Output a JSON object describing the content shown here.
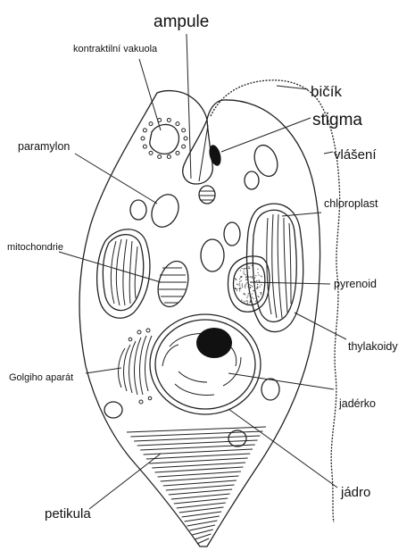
{
  "labels": {
    "ampule": "ampule",
    "kontraktilni_vakuola": "kontraktilní vakuola",
    "bicik": "bičík",
    "stigma": "stigma",
    "vlaseni": "vlášení",
    "paramylon": "paramylon",
    "chloroplast": "chloroplast",
    "mitochondrie": "mitochondrie",
    "pyrenoid": "pyrenoid",
    "thylakoidy": "thylakoidy",
    "golgiho_aparat": "Golgiho aparát",
    "jaderko": "jadérko",
    "jadro": "jádro",
    "petikula": "petikula"
  }
}
